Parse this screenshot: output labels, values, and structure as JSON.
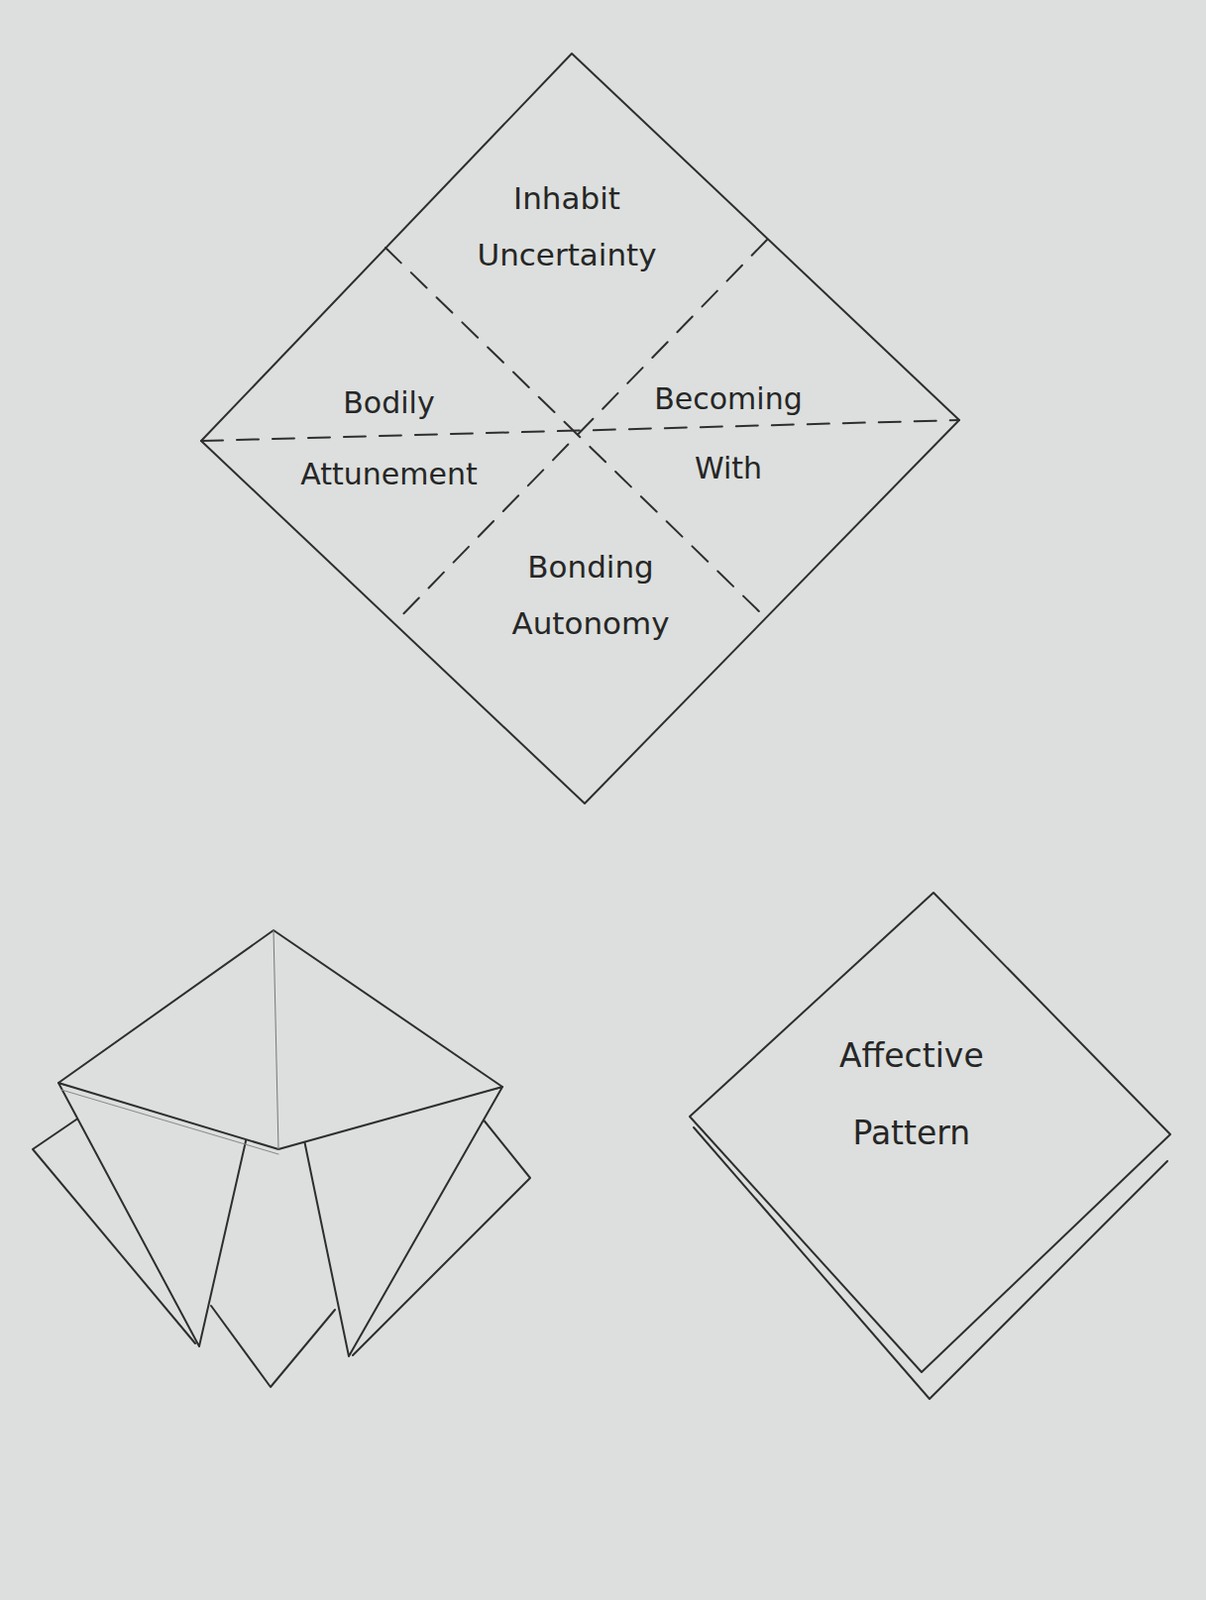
{
  "diagram": {
    "nodes": [
      {
        "text": [
          "Inhabit Uncertainty"
        ]
      },
      {
        "text": [
          "Bodily Attunement"
        ]
      },
      {
        "text": [
          "Becoming With"
        ]
      },
      {
        "text": [
          "Bonding Autonomy"
        ]
      },
      {
        "text": [
          "Affective Pattern"
        ]
      }
    ]
  }
}
